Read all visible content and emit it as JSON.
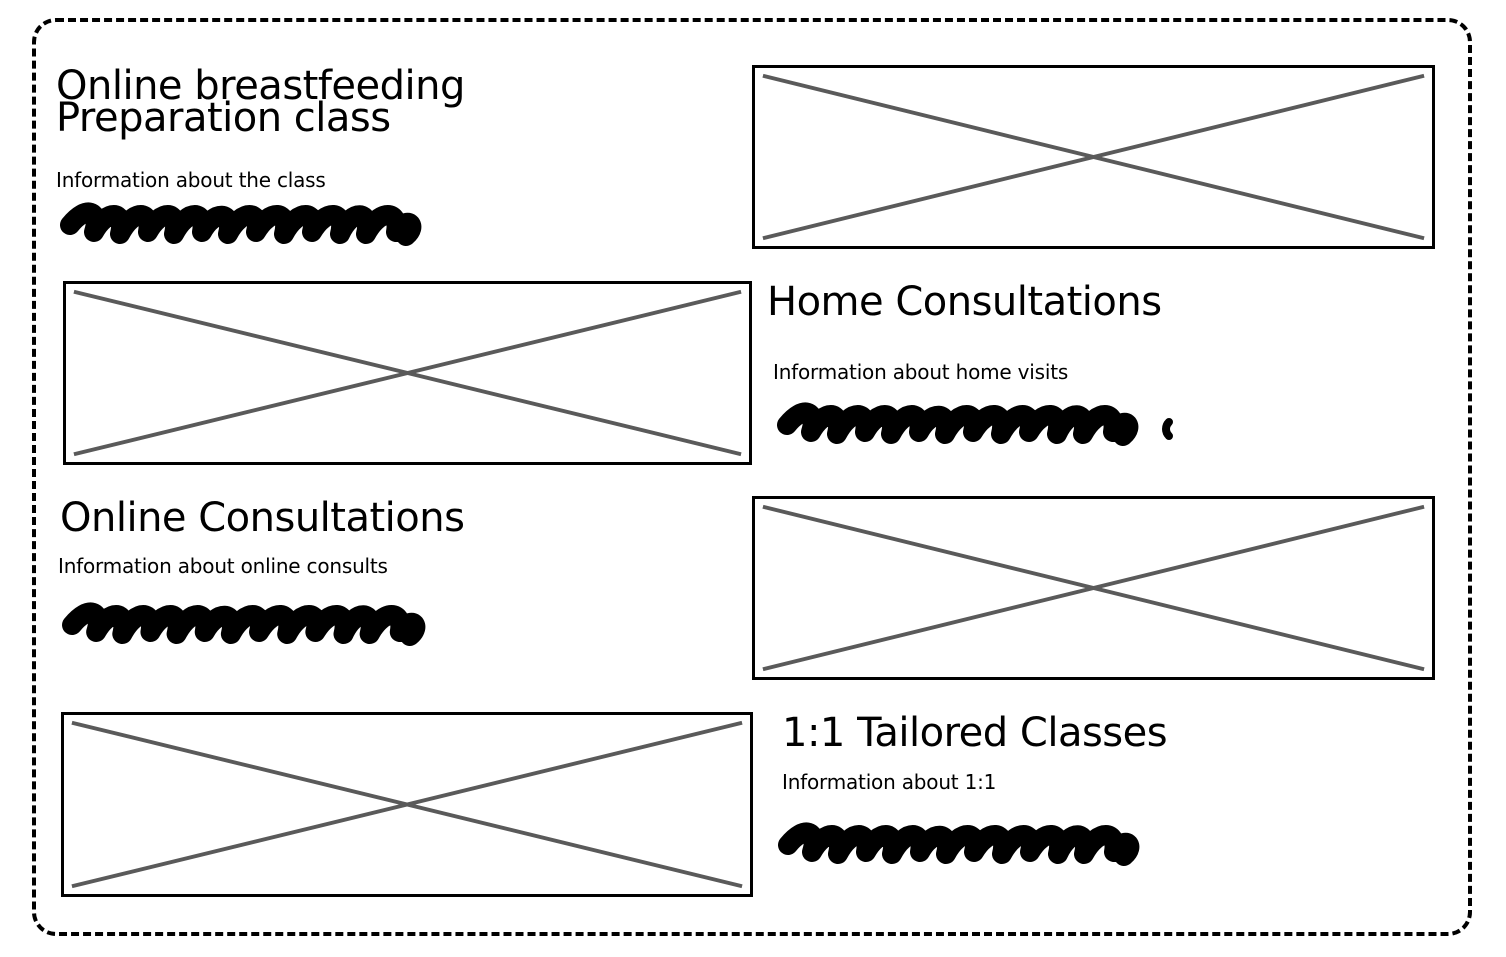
{
  "sections": [
    {
      "title": "Online breastfeeding Preparation class",
      "info": "Information about the class"
    },
    {
      "title": "Home Consultations",
      "info": "Information about home visits"
    },
    {
      "title": "Online Consultations",
      "info": "Information about online consults"
    },
    {
      "title": "1:1 Tailored Classes",
      "info": "Information about 1:1"
    }
  ],
  "colors": {
    "ink": "#000000",
    "placeholder_cross": "#5a5a5a",
    "background": "#ffffff"
  },
  "icons": {
    "image_placeholder": "image-placeholder-icon",
    "scribble": "redacted-text-scribble"
  }
}
